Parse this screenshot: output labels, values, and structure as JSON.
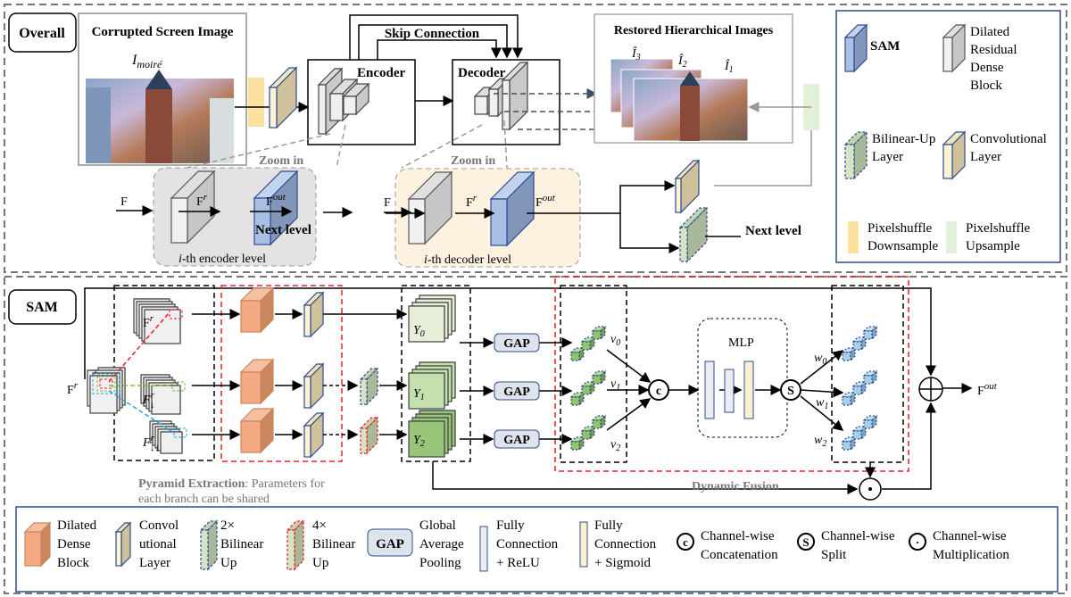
{
  "overall": {
    "label": "Overall",
    "input_title": "Corrupted Screen Image",
    "input_symbol": "I",
    "input_symbol_sub": "moiré",
    "skip_connection": "Skip Connection",
    "encoder": "Encoder",
    "decoder": "Decoder",
    "restored_title": "Restored Hierarchical Images",
    "restored_labels": [
      "Î",
      "3",
      "Î",
      "2",
      "Î",
      "1"
    ],
    "zoom_in": "Zoom in",
    "encoder_level": {
      "F": "F",
      "Fr": "F",
      "Fr_sup": "r",
      "Fout": "F",
      "Fout_sup": "out",
      "next": "Next level",
      "caption_i": "i",
      "caption": "-th encoder level"
    },
    "decoder_level": {
      "F": "F",
      "Fr": "F",
      "Fr_sup": "r",
      "Fout": "F",
      "Fout_sup": "out",
      "caption_i": "i",
      "caption": "-th decoder level"
    },
    "next_level": "Next level"
  },
  "legend_top": [
    {
      "label": [
        "SAM"
      ],
      "icon": "sam-block"
    },
    {
      "label": [
        "Dilated",
        "Residual",
        "Dense",
        "Block"
      ],
      "icon": "drdb-block"
    },
    {
      "label": [
        "Bilinear-Up",
        "Layer"
      ],
      "icon": "bilinear-block"
    },
    {
      "label": [
        "Convolutional",
        "Layer"
      ],
      "icon": "conv-block"
    },
    {
      "label": [
        "Pixelshuffle",
        "Downsample"
      ],
      "icon": "pixelshuffle-down",
      "color": "#fbe0a0"
    },
    {
      "label": [
        "Pixelshuffle",
        "Upsample"
      ],
      "icon": "pixelshuffle-up",
      "color": "#e2efd9"
    }
  ],
  "sam": {
    "label": "SAM",
    "Fr": "F",
    "Fr_sup": "r",
    "Fd": "F",
    "Fd_sup": "r",
    "Fd_sub": "↓",
    "Fdd": "F",
    "Fdd_sup": "r",
    "Fdd_sub": "↓↓",
    "Y": [
      "Y",
      "0",
      "Y",
      "1",
      "Y",
      "2"
    ],
    "gap": "GAP",
    "v": [
      "v",
      "0",
      "v",
      "1",
      "v",
      "2"
    ],
    "concat_symbol": "c",
    "mlp": "MLP",
    "split_symbol": "S",
    "w": [
      "w",
      "0",
      "w",
      "1",
      "w",
      "2"
    ],
    "Fout": "F",
    "Fout_sup": "out",
    "pyramid_bold": "Pyramid Extraction",
    "pyramid_rest": ": Parameters for",
    "pyramid_line2": "each branch can be shared",
    "dynamic_fusion": "Dynamic Fusion"
  },
  "legend_bottom": [
    {
      "label": [
        "Dilated",
        "Dense",
        "Block"
      ]
    },
    {
      "label": [
        "Convol",
        "utional",
        "Layer"
      ]
    },
    {
      "label": [
        "2×",
        "Bilinear",
        "Up"
      ]
    },
    {
      "label": [
        "4×",
        "Bilinear",
        "Up"
      ]
    },
    {
      "label": [
        "Global",
        "Average",
        "Pooling"
      ],
      "badge": "GAP"
    },
    {
      "label": [
        "Fully",
        "Connection",
        "+ ReLU"
      ]
    },
    {
      "label": [
        "Fully",
        "Connection",
        "+ Sigmoid"
      ]
    },
    {
      "label": [
        "Channel-wise",
        "Concatenation"
      ],
      "symbol": "c"
    },
    {
      "label": [
        "Channel-wise",
        "Split"
      ],
      "symbol": "S"
    },
    {
      "label": [
        "Channel-wise",
        "Multiplication"
      ],
      "symbol": "·"
    }
  ],
  "colors": {
    "legend_border": "#2f4b8f",
    "red_dashed": "#e8202a",
    "sam_blue": "#a9bfe3",
    "conv": "#fbf4d4",
    "dense": "#f4a982",
    "bilinear": "#c9d9b8"
  }
}
